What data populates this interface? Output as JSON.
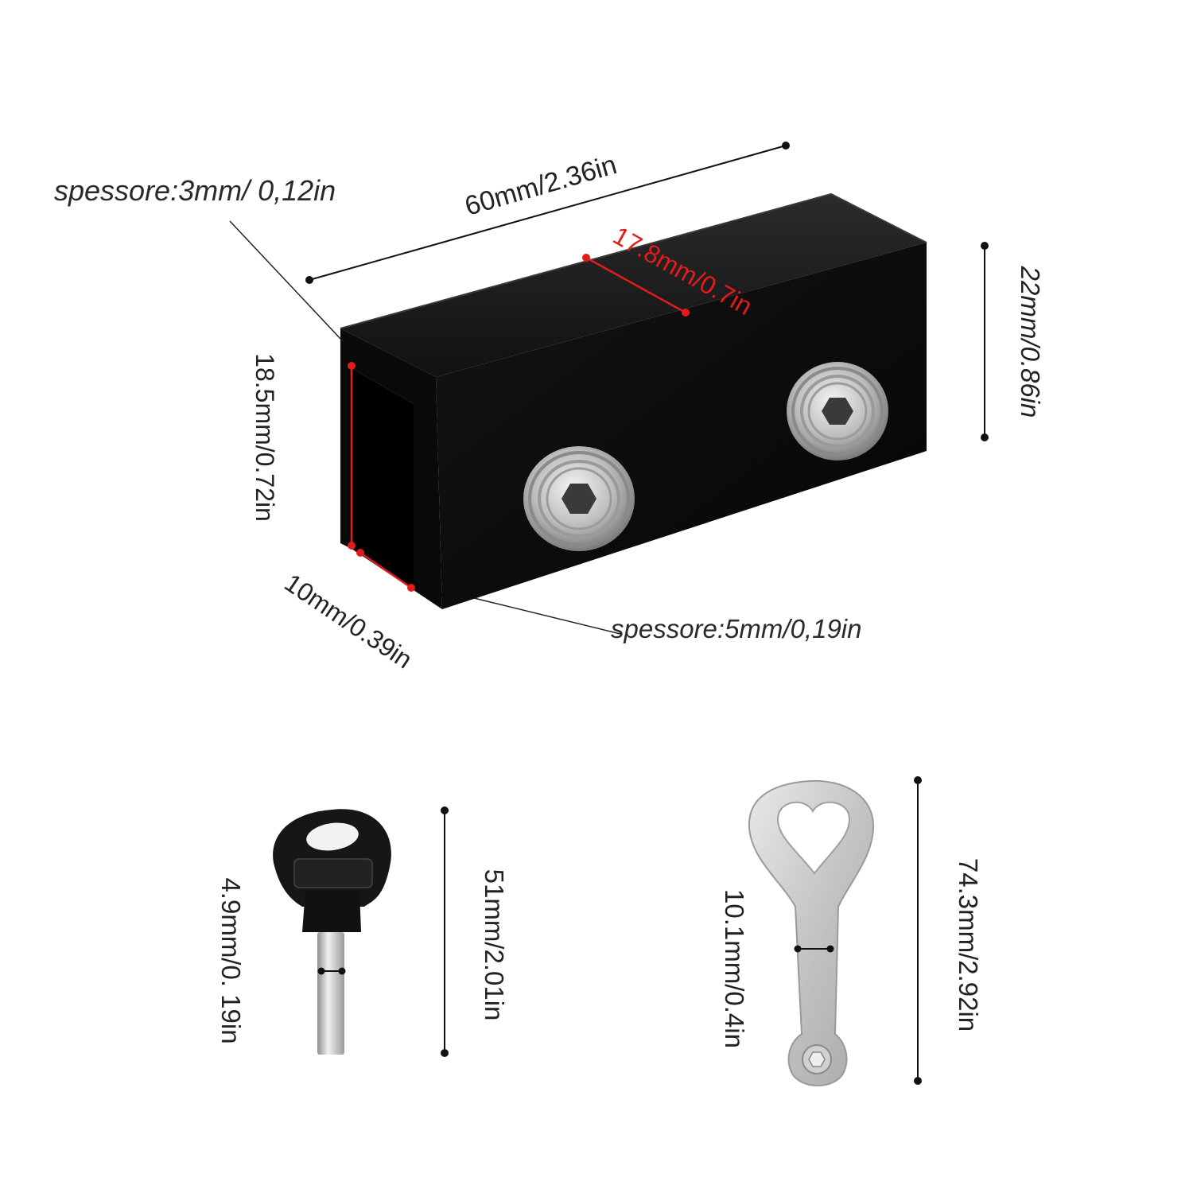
{
  "colors": {
    "dimension_line": "#111111",
    "inner_dimension": "#e21b1b",
    "bracket_body": "#0d0d0d",
    "bracket_top": "#1e1e1e",
    "screw": "#c9c9c9",
    "key_head": "#161616",
    "key_shaft": "#bdbdbd",
    "wrench": "#cfcfcf"
  },
  "labels": {
    "thickness_top": "spessore:3mm/ 0,12in",
    "length": "60mm/2.36in",
    "inner_width": "17.8mm/0.7in",
    "height": "22mm/0.86in",
    "inner_height": "18.5mm/0.72in",
    "slot_width": "10mm/0.39in",
    "thickness_bottom": "spessore:5mm/0,19in",
    "key_diameter": "4.9mm/0. 19in",
    "key_length": "51mm/2.01in",
    "wrench_width": "10.1mm/0.4in",
    "wrench_length": "74.3mm/2.92in"
  },
  "icons": {
    "bracket": "u-channel-bracket-icon",
    "screw": "hex-set-screw-icon",
    "key": "lock-key-icon",
    "wrench": "heart-wrench-icon"
  }
}
